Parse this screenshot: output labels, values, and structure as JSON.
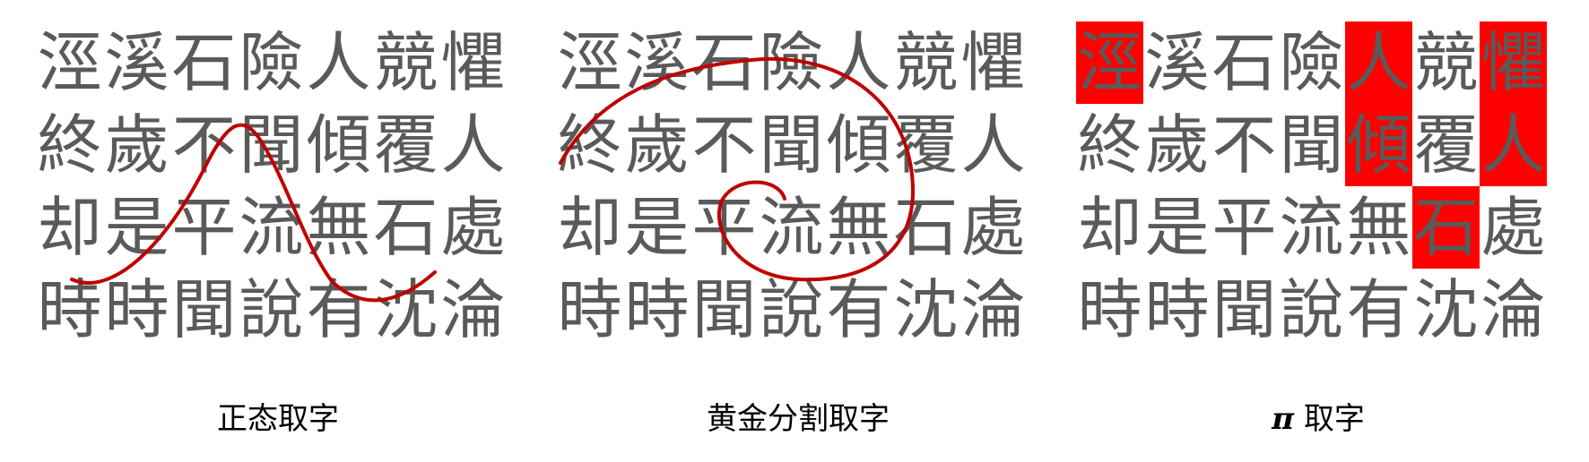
{
  "poem_lines": [
    [
      "涇",
      "溪",
      "石",
      "險",
      "人",
      "競",
      "懼"
    ],
    [
      "終",
      "歲",
      "不",
      "聞",
      "傾",
      "覆",
      "人"
    ],
    [
      "却",
      "是",
      "平",
      "流",
      "無",
      "石",
      "處"
    ],
    [
      "時",
      "時",
      "聞",
      "說",
      "有",
      "沈",
      "淪"
    ]
  ],
  "panels": [
    {
      "caption": "正态取字",
      "curve": "sine-wave"
    },
    {
      "caption": "黄金分割取字",
      "curve": "golden-spiral"
    },
    {
      "caption": "取字",
      "caption_symbol": "π",
      "curve": "none"
    }
  ],
  "highlighted_cells": [
    [
      0,
      0
    ],
    [
      0,
      4
    ],
    [
      0,
      6
    ],
    [
      1,
      4
    ],
    [
      1,
      6
    ],
    [
      2,
      5
    ]
  ],
  "colors": {
    "text": "#5a5a5a",
    "curve": "#c00000",
    "highlight": "#ff0000",
    "caption": "#000000"
  }
}
